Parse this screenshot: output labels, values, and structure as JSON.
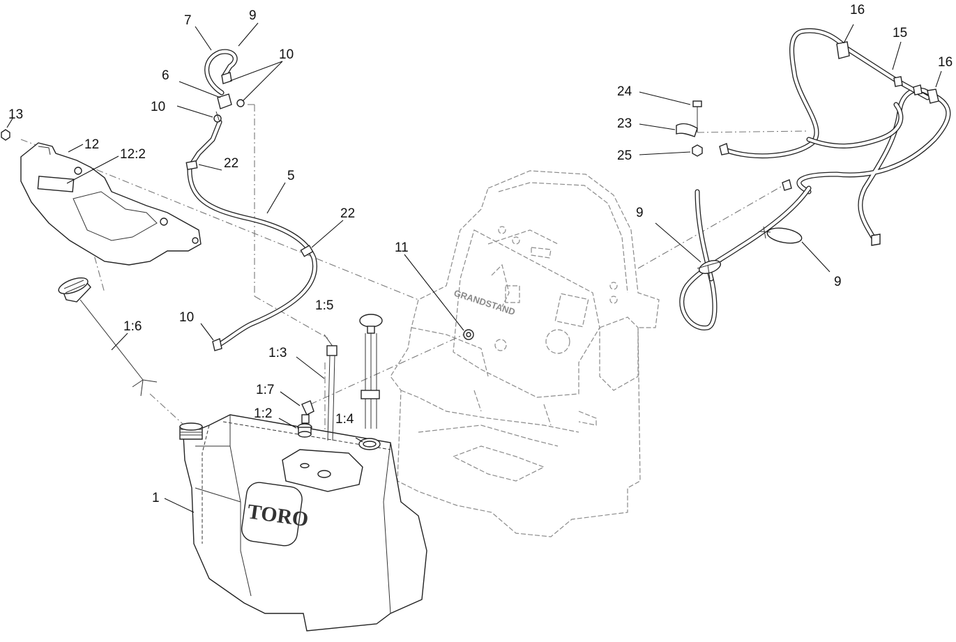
{
  "brand": {
    "tank_logo": "TORO",
    "frame_logo": "GRANDSTAND"
  },
  "callouts": [
    {
      "id": "c-7",
      "text": "7"
    },
    {
      "id": "c-9a",
      "text": "9"
    },
    {
      "id": "c-10a",
      "text": "10"
    },
    {
      "id": "c-6",
      "text": "6"
    },
    {
      "id": "c-10b",
      "text": "10"
    },
    {
      "id": "c-13",
      "text": "13"
    },
    {
      "id": "c-12",
      "text": "12"
    },
    {
      "id": "c-122",
      "text": "12:2"
    },
    {
      "id": "c-22a",
      "text": "22"
    },
    {
      "id": "c-5",
      "text": "5"
    },
    {
      "id": "c-22b",
      "text": "22"
    },
    {
      "id": "c-11",
      "text": "11"
    },
    {
      "id": "c-15",
      "text": "1:5"
    },
    {
      "id": "c-16s",
      "text": "1:6"
    },
    {
      "id": "c-10c",
      "text": "10"
    },
    {
      "id": "c-13s",
      "text": "1:3"
    },
    {
      "id": "c-17",
      "text": "1:7"
    },
    {
      "id": "c-12s",
      "text": "1:2"
    },
    {
      "id": "c-14",
      "text": "1:4"
    },
    {
      "id": "c-1",
      "text": "1"
    },
    {
      "id": "c-16a",
      "text": "16"
    },
    {
      "id": "c-15b",
      "text": "15"
    },
    {
      "id": "c-16b",
      "text": "16"
    },
    {
      "id": "c-24",
      "text": "24"
    },
    {
      "id": "c-23",
      "text": "23"
    },
    {
      "id": "c-25",
      "text": "25"
    },
    {
      "id": "c-9b",
      "text": "9"
    },
    {
      "id": "c-9c",
      "text": "9"
    }
  ]
}
